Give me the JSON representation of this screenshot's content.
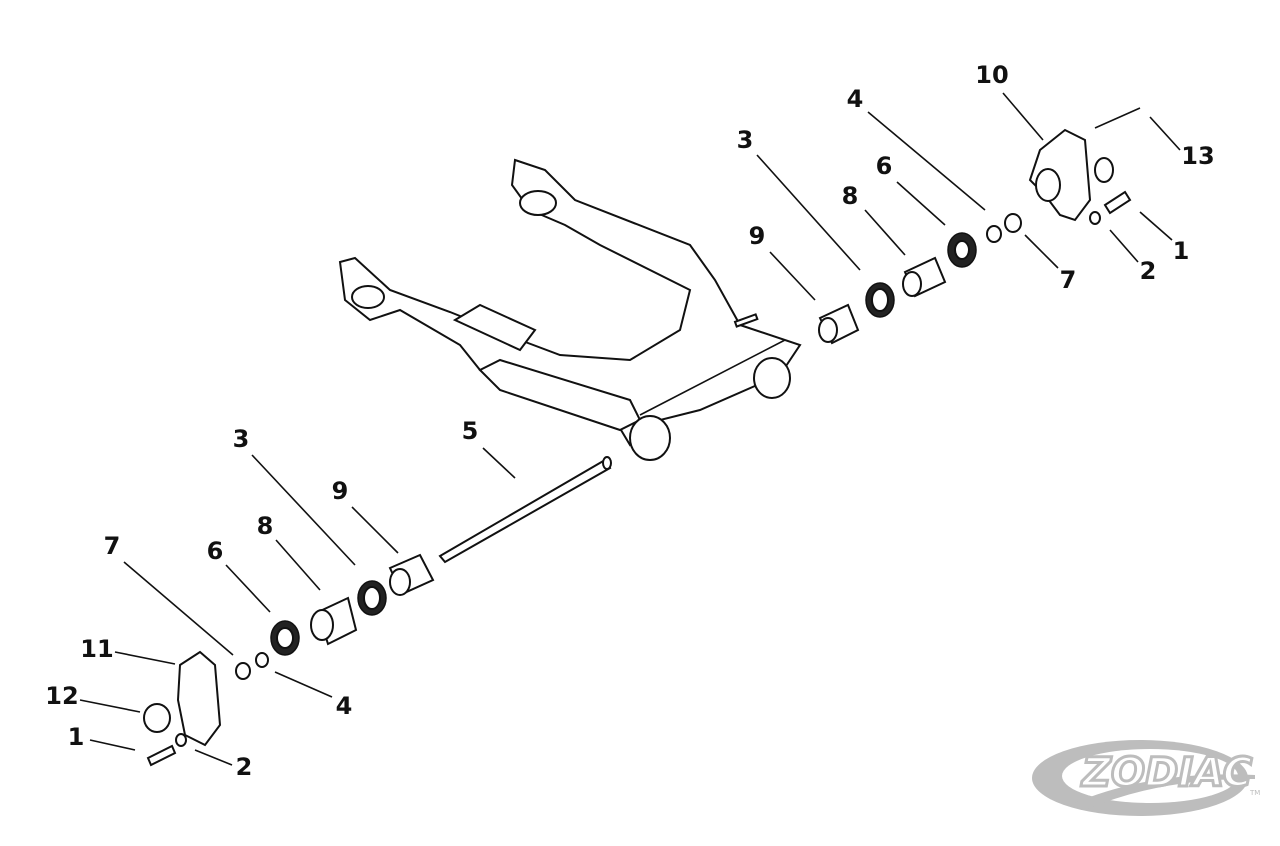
{
  "labels": {
    "top_10": "10",
    "top_4": "4",
    "top_3": "3",
    "top_6": "6",
    "top_8": "8",
    "top_9": "9",
    "top_13": "13",
    "top_1": "1",
    "top_2": "2",
    "top_7": "7",
    "shaft_5": "5",
    "bot_3": "3",
    "bot_9": "9",
    "bot_8": "8",
    "bot_6": "6",
    "bot_7": "7",
    "bot_11": "11",
    "bot_12": "12",
    "bot_4": "4",
    "bot_1": "1",
    "bot_2": "2"
  },
  "logo": {
    "text": "ZODIAC",
    "tm": "TM"
  },
  "colors": {
    "line": "#111111",
    "logo": "#bdbdbd"
  }
}
